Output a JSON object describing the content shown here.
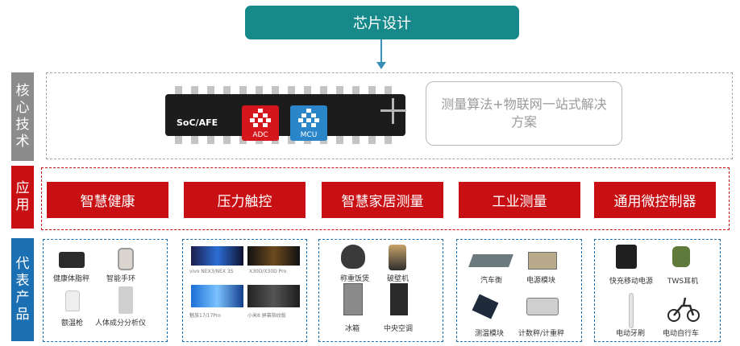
{
  "top": {
    "title": "芯片设计"
  },
  "sections": {
    "core": [
      "核",
      "心",
      "技",
      "术"
    ],
    "application": [
      "应",
      "用"
    ],
    "products": [
      "代",
      "表",
      "产",
      "品"
    ]
  },
  "core_tech": {
    "chip_label": "SoC/AFE",
    "tile_adc": "ADC",
    "tile_mcu": "MCU",
    "solution": "测量算法+物联网一站式解决方案"
  },
  "applications": [
    "智慧健康",
    "压力触控",
    "智慧家居测量",
    "工业测量",
    "通用微控制器"
  ],
  "products": {
    "health": [
      "健康体脂秤",
      "智能手环",
      "额温枪",
      "人体成分分析仪"
    ],
    "touch": [
      "vivo NEX3/NEX 3S",
      "X30D/X30D Pro",
      "魅族17/17Pro",
      "小米8 屏幕指纹版"
    ],
    "home": [
      "称重饭煲",
      "破壁机",
      "冰箱",
      "中央空调"
    ],
    "industry": [
      "汽车衡",
      "电源模块",
      "测温模块",
      "计数秤/计重秤"
    ],
    "mcu": [
      "快充移动电源",
      "TWS耳机",
      "电动牙刷",
      "电动自行车"
    ]
  },
  "colors": {
    "teal": "#17898a",
    "red": "#c80f13",
    "blue": "#1b6fb3",
    "gray": "#8c8c8c"
  }
}
